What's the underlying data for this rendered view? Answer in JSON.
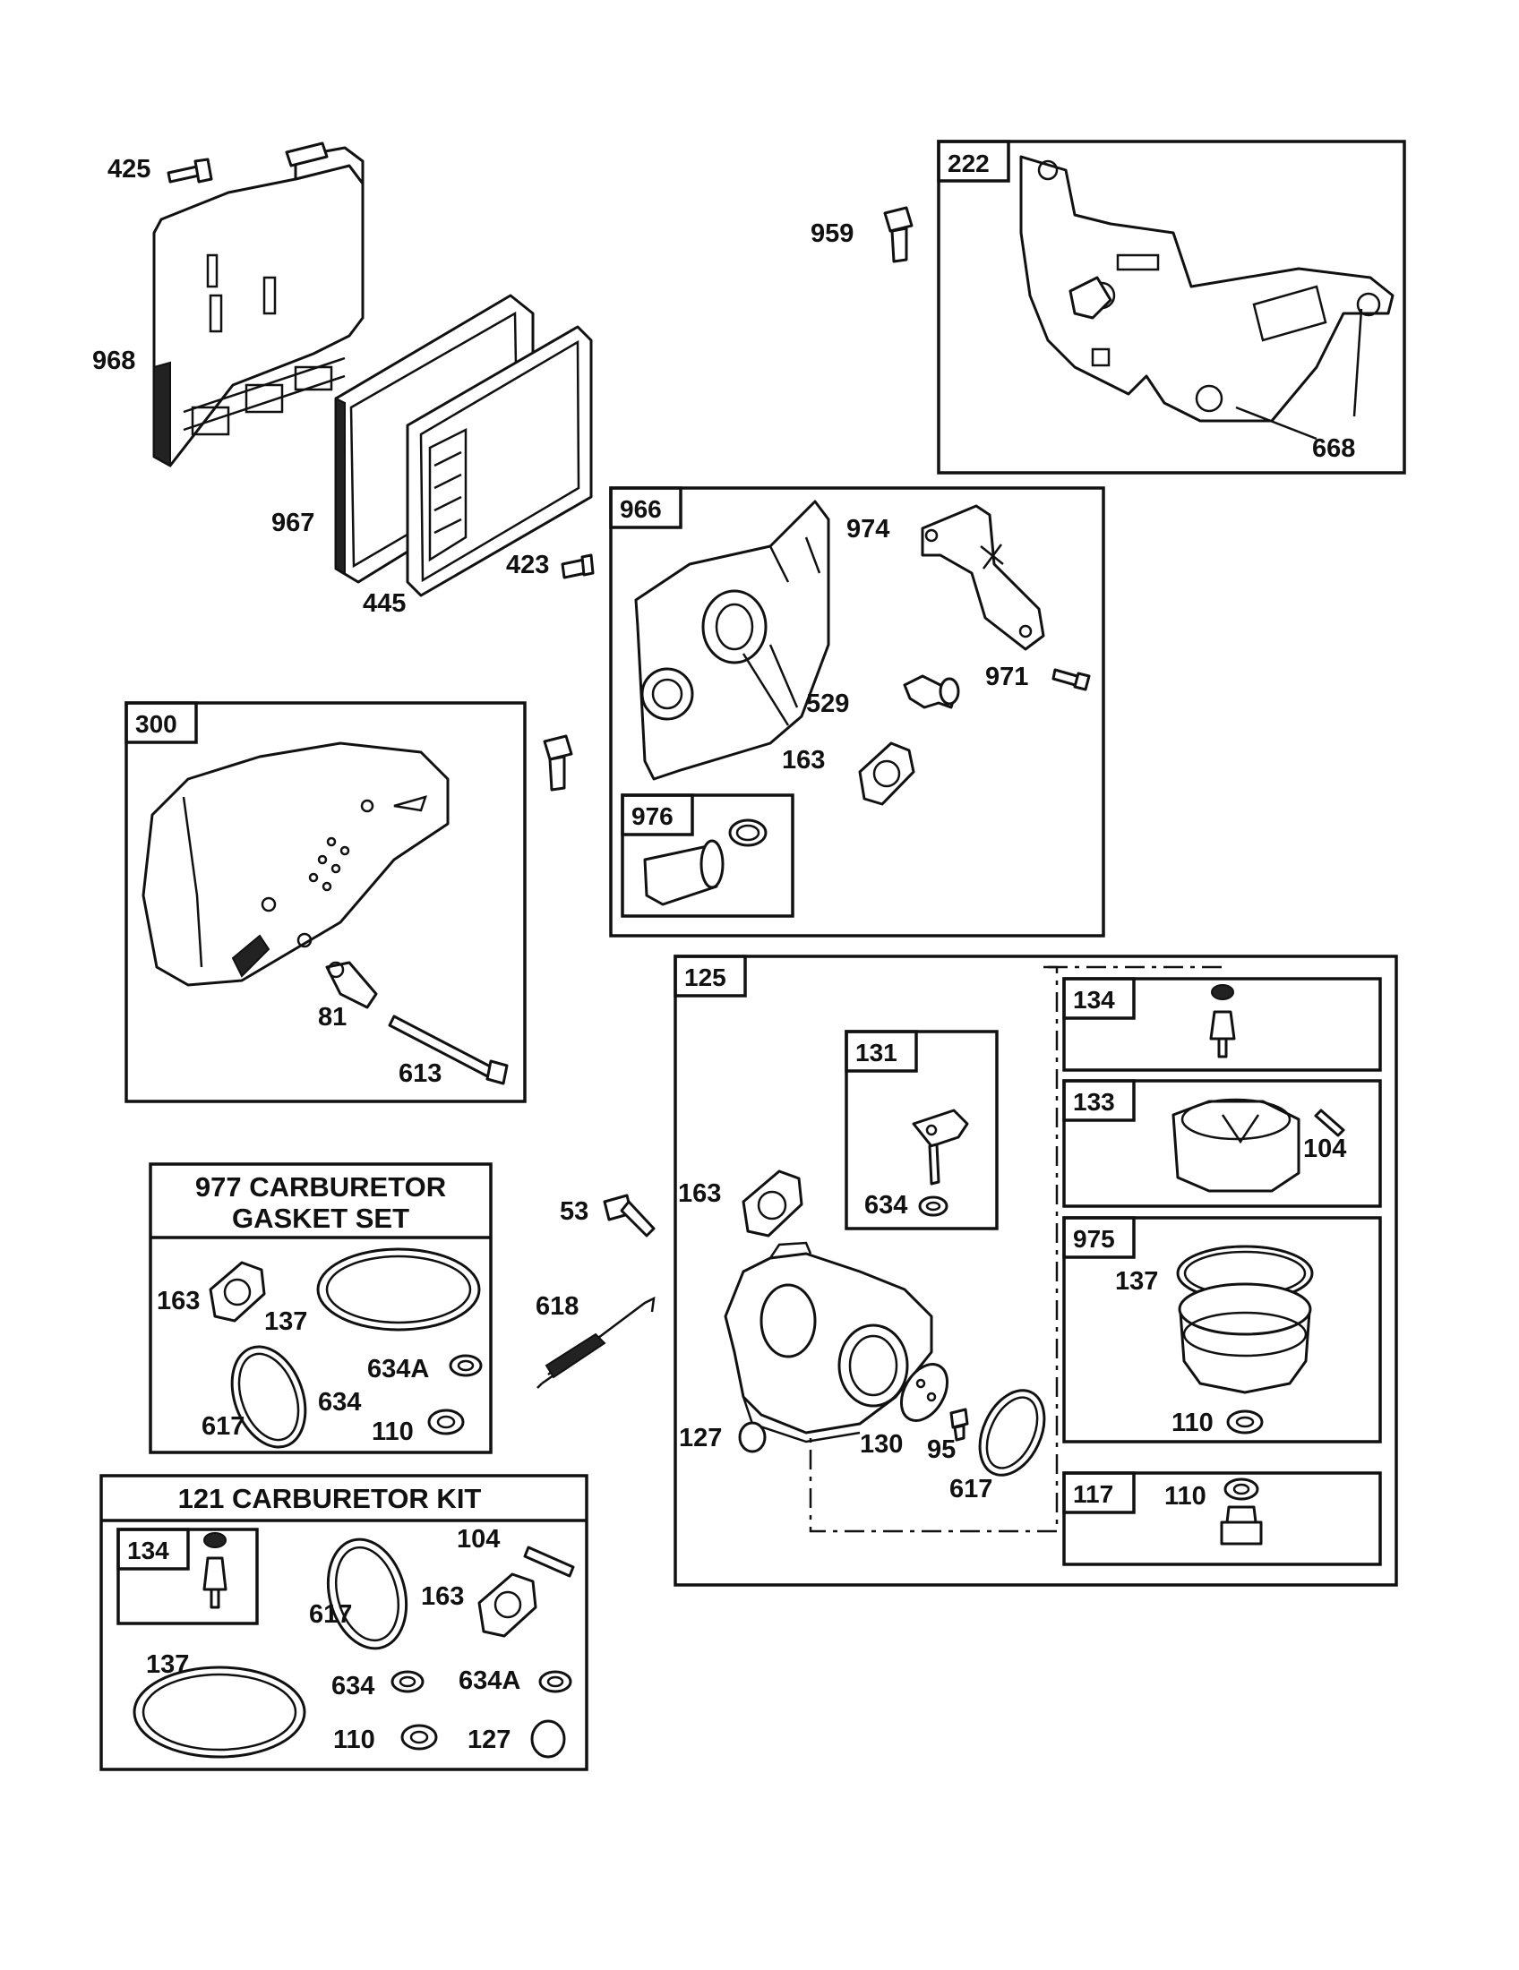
{
  "callouts": {
    "p425": "425",
    "p968": "968",
    "p967": "967",
    "p445": "445",
    "p423": "423",
    "p959": "959",
    "p222": "222",
    "p668": "668",
    "p966": "966",
    "p974": "974",
    "p971": "971",
    "p529": "529",
    "p163a": "163",
    "p976": "976",
    "p300": "300",
    "p81": "81",
    "p613": "613",
    "p125": "125",
    "p131": "131",
    "p634a": "634",
    "p163b": "163",
    "p53": "53",
    "p618": "618",
    "p127a": "127",
    "p130": "130",
    "p95": "95",
    "p617a": "617",
    "p134a": "134",
    "p133": "133",
    "p104a": "104",
    "p975": "975",
    "p137a": "137",
    "p110a": "110",
    "p117": "117",
    "p110b": "110",
    "p163c": "163",
    "p137b": "137",
    "p634Aa": "634A",
    "p634b": "634",
    "p617b": "617",
    "p110c": "110",
    "p134b": "134",
    "p104b": "104",
    "p617c": "617",
    "p163d": "163",
    "p137c": "137",
    "p634c": "634",
    "p634Ab": "634A",
    "p110d": "110",
    "p127b": "127"
  },
  "kits": {
    "gasket_set_line1": "977 CARBURETOR",
    "gasket_set_line2": "GASKET SET",
    "carburetor_kit": "121 CARBURETOR KIT"
  }
}
